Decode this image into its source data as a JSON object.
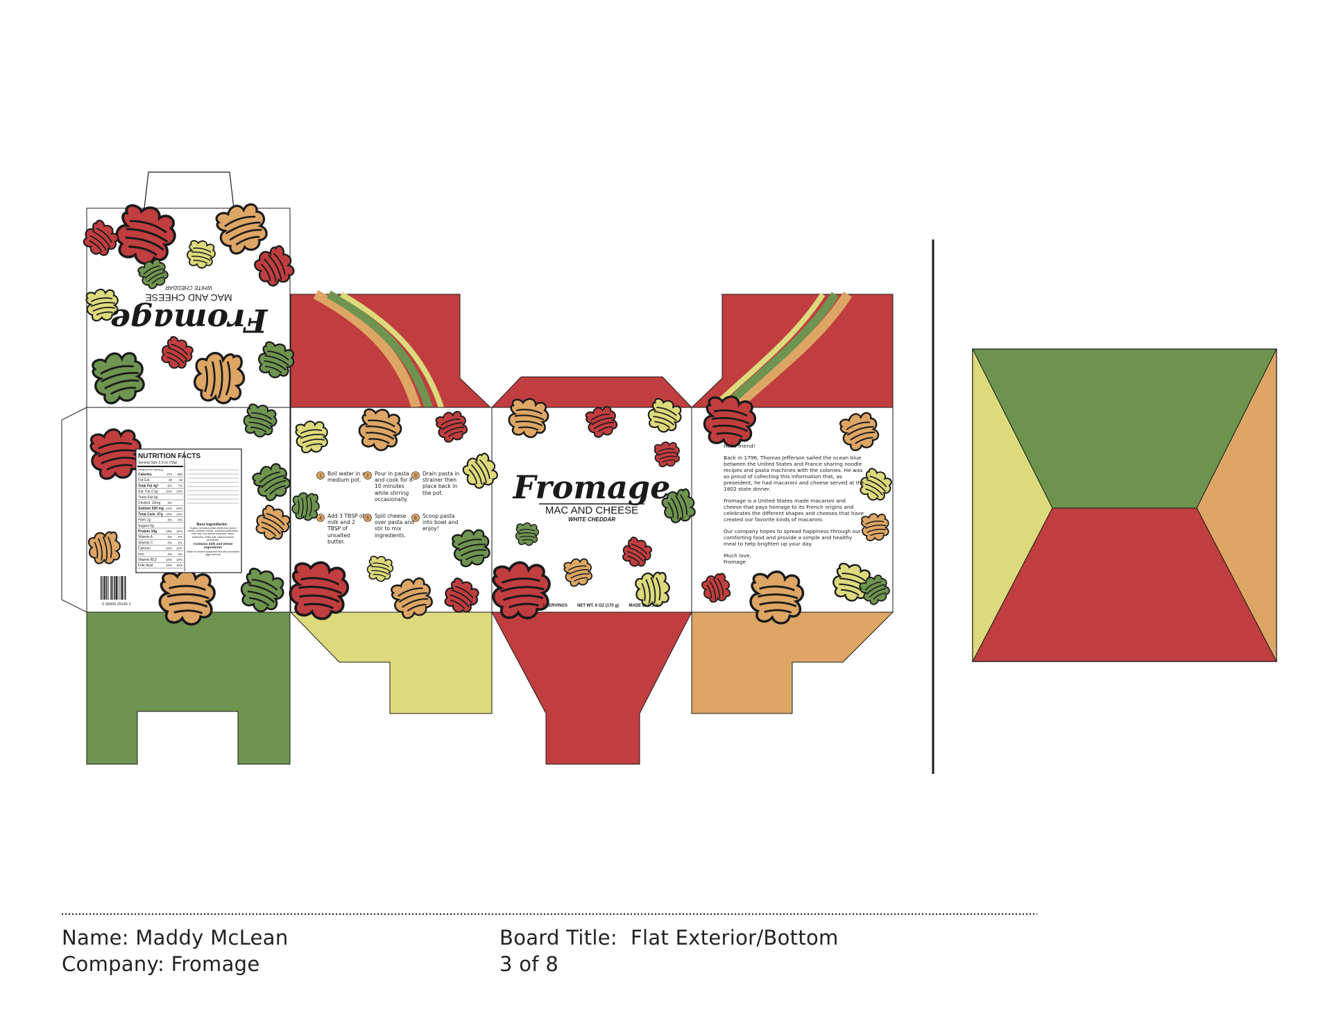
{
  "colors": {
    "red": "#C03E3F",
    "green": "#6E9450",
    "yellow": "#DCDA7C",
    "orange": "#DDA665",
    "outline": "#1a1a1a"
  },
  "brand": {
    "name": "Fromage",
    "product": "MAC AND CHEESE",
    "variety": "WHITE CHEDDAR",
    "servings": "2 SERVINGS",
    "net_weight": "NET WT. 6 OZ (170 g)",
    "origin": "MADE IN U.S.A"
  },
  "nutrition": {
    "title": "NUTRITION FACTS",
    "serving_size": "Serving Size 2.5 oz (70g)",
    "amount_label": "Amount Per Serving",
    "rows": [
      {
        "label": "Calories",
        "v1": "270",
        "v2": "350"
      },
      {
        "label": "Fat Cal.",
        "v1": "35",
        "v2": "45"
      },
      {
        "label": "Total Fat 4g*",
        "v1": "6%",
        "v2": "7%"
      },
      {
        "label": "Sat. Fat 2.5g",
        "v1": "10%",
        "v2": "10%"
      },
      {
        "label": "Trans Fat 0g",
        "v1": "",
        "v2": ""
      },
      {
        "label": "Cholest. 10mg",
        "v1": "3%",
        "v2": ""
      },
      {
        "label": "Sodium 530 mg",
        "v1": "22%",
        "v2": "22%"
      },
      {
        "label": "Total Carb. 47g",
        "v1": "16%",
        "v2": "16%"
      },
      {
        "label": "Fiber 2g",
        "v1": "8%",
        "v2": "8%"
      },
      {
        "label": "Sugars 5g",
        "v1": "",
        "v2": ""
      },
      {
        "label": "Protein 10g",
        "v1": "19%",
        "v2": "12%"
      },
      {
        "label": "Vitamin A",
        "v1": "2%",
        "v2": "6%"
      },
      {
        "label": "Vitamin C",
        "v1": "0%",
        "v2": "0%"
      },
      {
        "label": "Calcium",
        "v1": "10%",
        "v2": "15%"
      },
      {
        "label": "Iron",
        "v1": "4%",
        "v2": "4%"
      },
      {
        "label": "Vitamin B12",
        "v1": "10%",
        "v2": "10%"
      },
      {
        "label": "Folic Acid",
        "v1": "10%",
        "v2": "10%"
      }
    ],
    "ingredients_title": "Best Ingredients:",
    "ingredients_text": "Organic semolina pasta shells from durum wheat, cheddar cheese, (cultured pasteurized milk, salt, non-animal enzymes), whey, buttermilk, butter, salt, natural sodium phosphate.",
    "allergen_title": "Contains milk and wheat ingredients",
    "allergen_text": "Made on shared equipment that also processes eggs and soy.",
    "barcode_number": "0 36000 29145 2"
  },
  "instructions": [
    {
      "num": "1",
      "text": "Boil water in a medium pot."
    },
    {
      "num": "2",
      "text": "Pour in pasta and cook for 8-10 minutes while stirring occasionally."
    },
    {
      "num": "3",
      "text": "Drain pasta in strainer then place back in the pot."
    },
    {
      "num": "4",
      "text": "Add 3 TBSP of milk and 2 TBSP of unsalted butter."
    },
    {
      "num": "5",
      "text": "Spill cheese over pasta and stir to mix ingredients."
    },
    {
      "num": "6",
      "text": "Scoop pasta into bowl and enjoy!"
    }
  ],
  "letter": {
    "greeting": "Hello friend!",
    "paragraphs": [
      "Back in 1796, Thomas Jefferson sailed the ocean blue between the United States and France sharing noodle recipes and pasta machines with the colonies. He was so proud of collecting this information that, as preseident, he had macaroni and cheese served at the 1802 state dinner.",
      "Fromage is a United States made macaroni and cheese that pays homage to its French origins and celebrates the different shapes and cheeses that have created our favorite kinds of macaroni.",
      "Our company hopes to spread happiness through our comforting food and provide a simple and healthy meal to help brighten up your day."
    ],
    "closing": "Much love,",
    "signature": "Fromage"
  },
  "footer": {
    "name_label": "Name:",
    "name_value": "Maddy McLean",
    "company_label": "Company:",
    "company_value": "Fromage",
    "board_title_label": "Board Title:",
    "board_title_value": "Flat Exterior/Bottom",
    "page": "3 of 8"
  }
}
